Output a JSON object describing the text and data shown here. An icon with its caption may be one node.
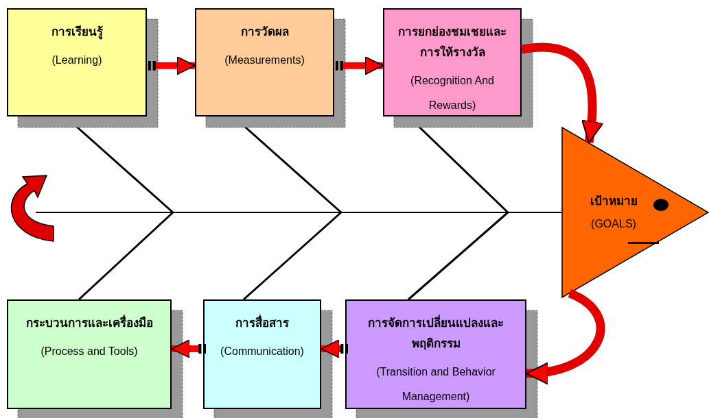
{
  "diagram": {
    "nodes": [
      {
        "text": [
          "การเรียนรู้",
          "(Learning)"
        ]
      },
      {
        "text": [
          "การวัดผล",
          "(Measurements)"
        ]
      },
      {
        "text": [
          "การยกย่องชมเชยและการให้รางวัล",
          "(Recognition And Rewards)"
        ]
      },
      {
        "text": [
          "เป้าหมาย",
          "(GOALS)"
        ]
      },
      {
        "text": [
          "กระบวนการและเครื่องมือ",
          "(Process and Tools)"
        ]
      },
      {
        "text": [
          "การสื่อสาร",
          "(Communication)"
        ]
      },
      {
        "text": [
          "การจัดการเปลี่ยนแปลงและพฤติกรรม",
          "(Transition and Behavior Management)"
        ]
      }
    ],
    "edges": [
      {
        "from": 0,
        "to": 1,
        "arrow": "to"
      },
      {
        "from": 1,
        "to": 2,
        "arrow": "to"
      },
      {
        "from": 2,
        "to": 3,
        "arrow": "to"
      },
      {
        "from": 3,
        "to": 6,
        "arrow": "to"
      },
      {
        "from": 6,
        "to": 5,
        "arrow": "to"
      },
      {
        "from": 5,
        "to": 4,
        "arrow": "to"
      }
    ]
  }
}
